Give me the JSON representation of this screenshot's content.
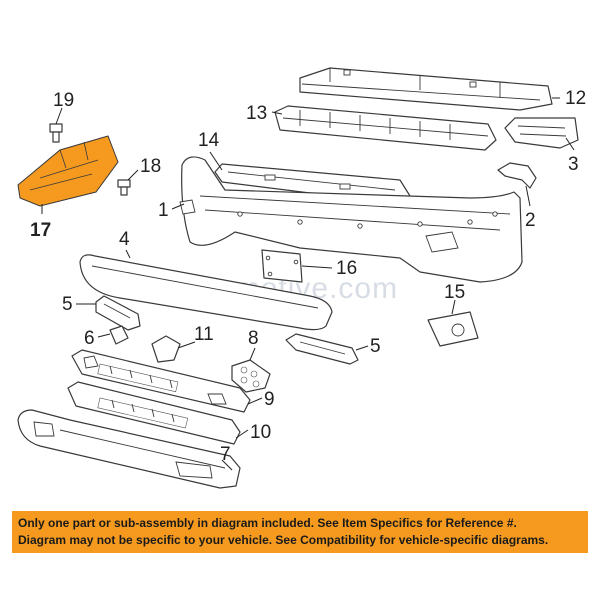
{
  "watermark": "Partomotive.com",
  "callouts": {
    "c1": "1",
    "c2": "2",
    "c3": "3",
    "c4": "4",
    "c5a": "5",
    "c5b": "5",
    "c6": "6",
    "c7": "7",
    "c8": "8",
    "c9": "9",
    "c10": "10",
    "c11": "11",
    "c12": "12",
    "c13": "13",
    "c14": "14",
    "c15": "15",
    "c16": "16",
    "c17": "17",
    "c18": "18",
    "c19": "19"
  },
  "colors": {
    "highlight": "#f59a1f",
    "banner": "#f59a1f",
    "line": "#3a3a3a"
  },
  "disclaimer": {
    "line1": "Only one part or sub-assembly in diagram included. See Item Specifics for Reference #.",
    "line2": "Diagram may not be specific to your vehicle. See Compatibility for vehicle-specific diagrams."
  }
}
